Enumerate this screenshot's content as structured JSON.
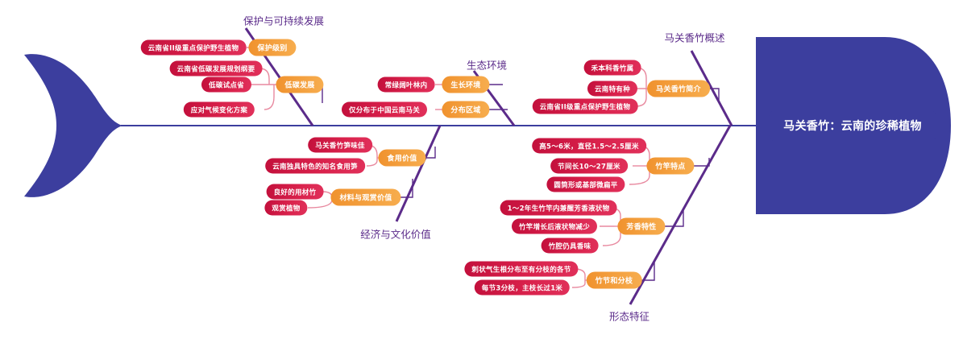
{
  "diagram": {
    "type": "fishbone",
    "head": {
      "title": "马关香竹：云南的珍稀植物"
    },
    "colors": {
      "fish_body": "#3c3e9e",
      "spine": "#3c3e9e",
      "category_label": "#5b2b8a",
      "category_bone": "#5b2b8a",
      "sub_node": "#f5a33c",
      "cause_node": "#d71345",
      "connector": "#e8899f"
    },
    "categories": [
      {
        "label": "保护与可持续发展",
        "position": "top-left",
        "subs": [
          {
            "label": "保护级别",
            "causes": [
              "云南省II级重点保护野生植物"
            ]
          },
          {
            "label": "低碳发展",
            "causes": [
              "云南省低碳发展规划纲要",
              "低碳试点省",
              "应对气候变化方案"
            ]
          }
        ]
      },
      {
        "label": "生态环境",
        "position": "top-middle",
        "subs": [
          {
            "label": "生长环境",
            "causes": [
              "常绿阔叶林内"
            ]
          },
          {
            "label": "分布区域",
            "causes": [
              "仅分布于中国云南马关"
            ]
          }
        ]
      },
      {
        "label": "马关香竹概述",
        "position": "top-right",
        "subs": [
          {
            "label": "马关香竹简介",
            "causes": [
              "禾本科香竹属",
              "云南特有种",
              "云南省II级重点保护野生植物"
            ]
          }
        ]
      },
      {
        "label": "经济与文化价值",
        "position": "bottom-left",
        "subs": [
          {
            "label": "食用价值",
            "causes": [
              "马关香竹笋味佳",
              "云南独具特色的知名食用笋"
            ]
          },
          {
            "label": "材料与观赏价值",
            "causes": [
              "良好的用材竹",
              "观赏植物"
            ]
          }
        ]
      },
      {
        "label": "形态特征",
        "position": "bottom-right",
        "subs": [
          {
            "label": "竹竿特点",
            "causes": [
              "高5～6米，直径1.5～2.5厘米",
              "节间长10～27厘米",
              "圆筒形或基部微扁平"
            ]
          },
          {
            "label": "芳香特性",
            "causes": [
              "1～2年生竹竿内兼醒芳香液状物",
              "竹竿增长后液状物减少",
              "竹腔仍具香味"
            ]
          },
          {
            "label": "竹节和分枝",
            "causes": [
              "刺状气生根分布至有分枝的各节",
              "每节3分枝，主枝长过1米"
            ]
          }
        ]
      }
    ]
  }
}
